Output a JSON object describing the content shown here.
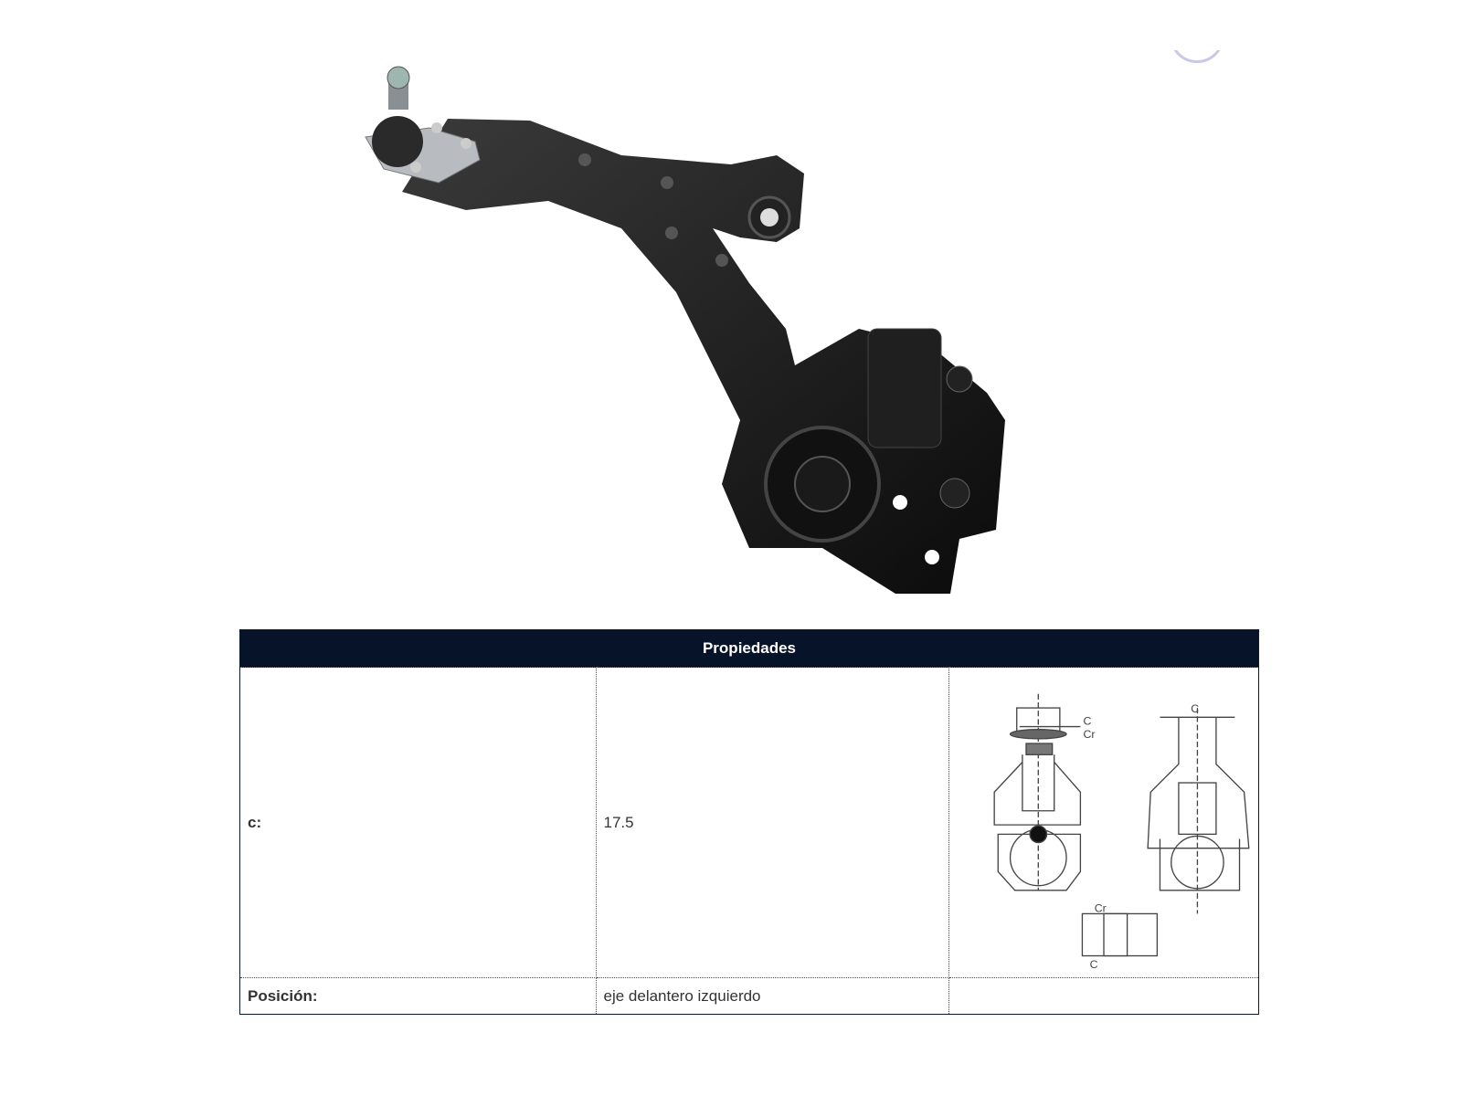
{
  "table": {
    "header": "Propiedades",
    "rows": [
      {
        "label": "c:",
        "value": "17.5"
      },
      {
        "label": "Posición:",
        "value": "eje delantero izquierdo"
      }
    ],
    "diagram_labels": {
      "c": "C",
      "cr": "Cr"
    }
  },
  "colors": {
    "header_bg": "#061329",
    "header_text": "#ffffff"
  }
}
